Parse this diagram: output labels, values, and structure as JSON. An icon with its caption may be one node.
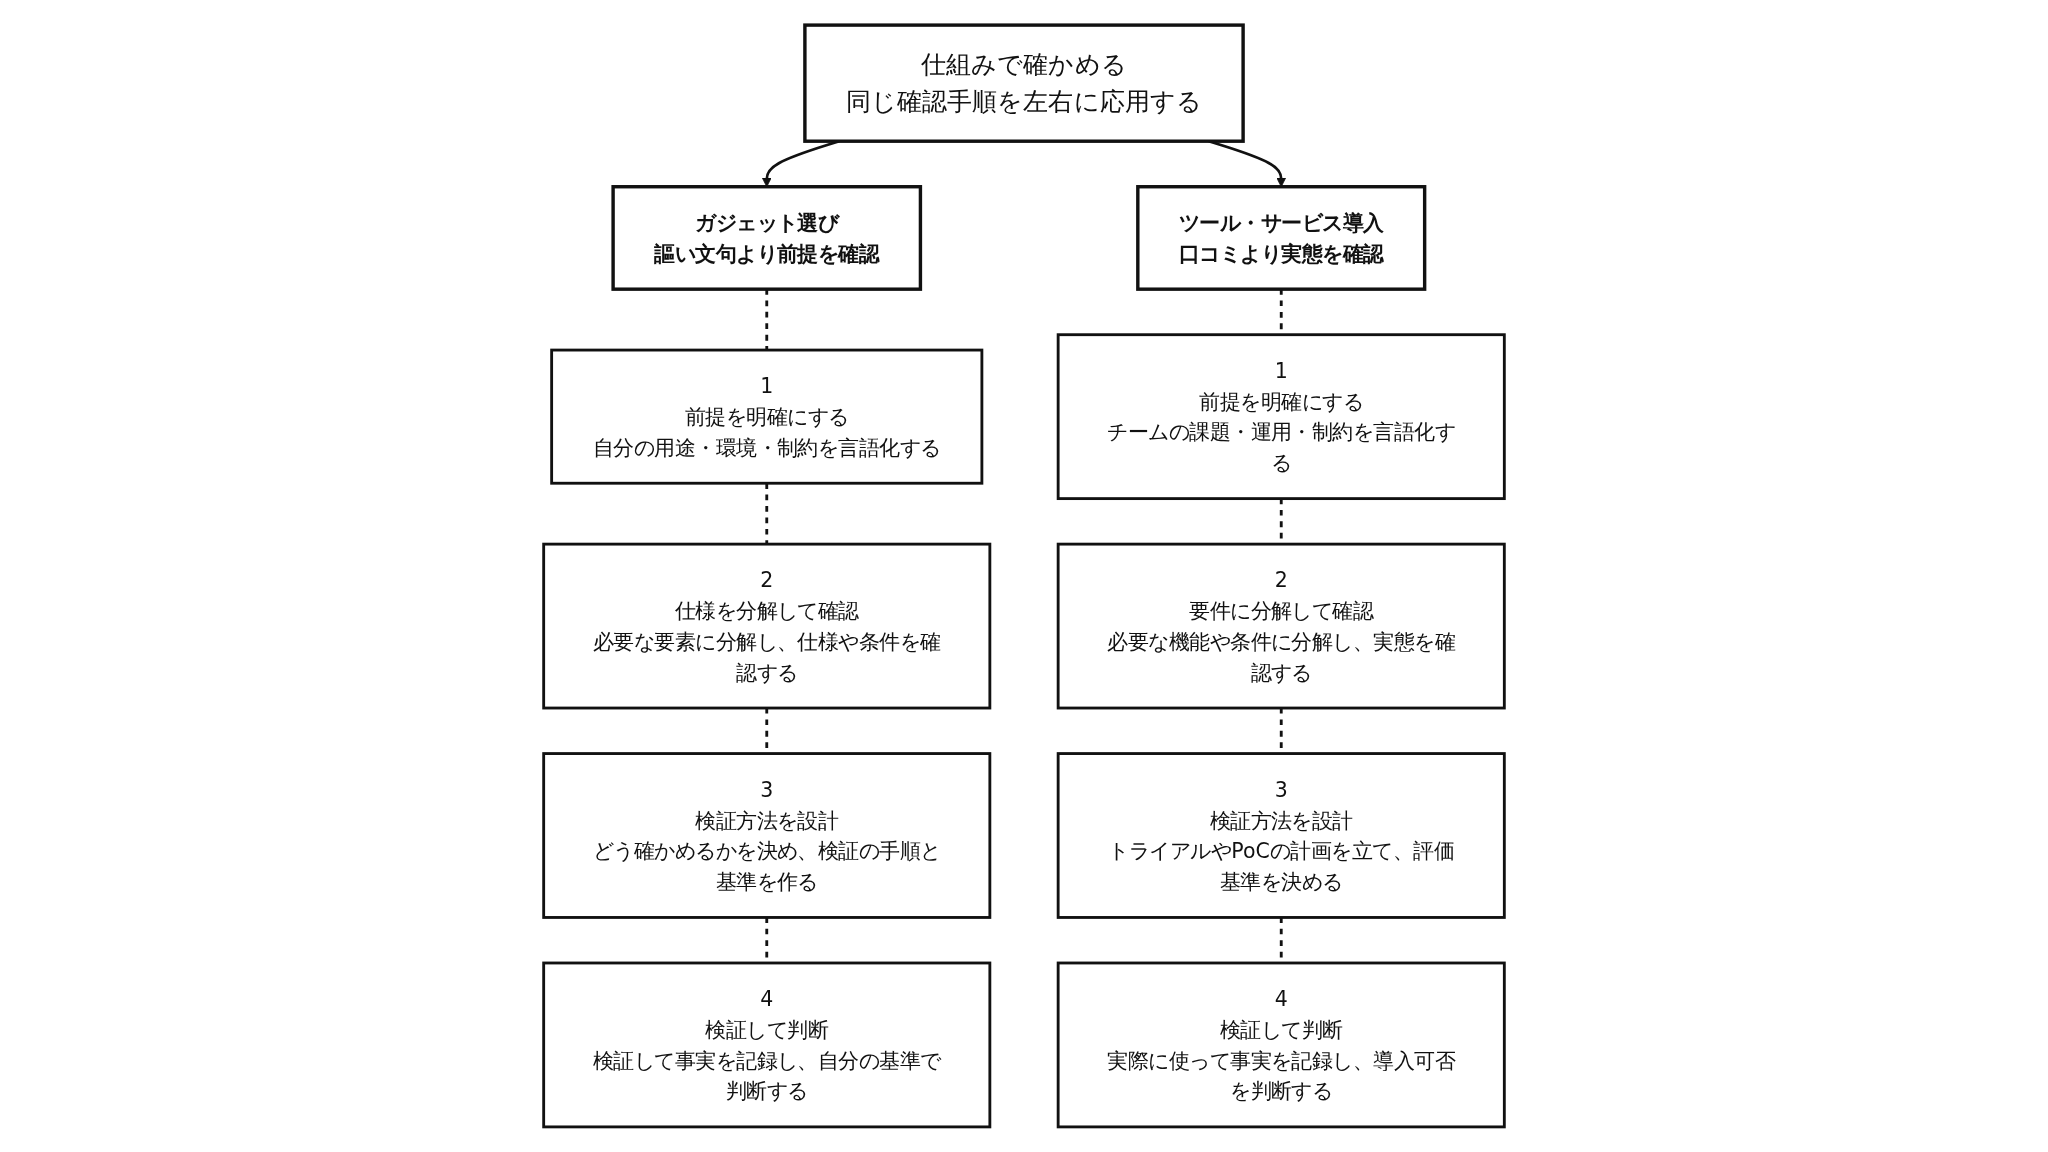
{
  "diagram": {
    "nodes": [
      {
        "text": [
          "ガジェット選び",
          "謳い文句より前提を確認"
        ]
      },
      {
        "text": [
          "1",
          "前提を明確にする",
          "自分の用途・環境・制約を言語化する"
        ]
      },
      {
        "text": [
          "2",
          "仕様を分解して確認",
          "必要な要素に分解し、仕様や条件を確認する"
        ]
      },
      {
        "text": [
          "3",
          "検証方法を設計",
          "どう確かめるかを決め、検証の手順と基準を作る"
        ]
      },
      {
        "text": [
          "4",
          "検証して判断",
          "検証して事実を記録し、自分の基準で判断する"
        ]
      },
      {
        "text": [
          "仕組みで確かめる",
          "同じ確認手順を左右に応用する"
        ]
      },
      {
        "text": [
          "ツール・サービス導入",
          "口コミより実態を確認"
        ]
      },
      {
        "text": [
          "1",
          "前提を明確にする",
          "チームの課題・運用・制約を言語化する"
        ]
      },
      {
        "text": [
          "2",
          "要件に分解して確認",
          "必要な機能や条件に分解し、実態を確認する"
        ]
      },
      {
        "text": [
          "3",
          "検証方法を設計",
          "トライアルやPoCの計画を立て、評価基準を決める"
        ]
      },
      {
        "text": [
          "4",
          "検証して判断",
          "実際に使って事実を記録し、導入可否を判断する"
        ]
      }
    ],
    "edges": [
      {
        "from": 5,
        "to": 0,
        "arrow": "to"
      },
      {
        "from": 5,
        "to": 6,
        "arrow": "to"
      },
      {
        "from": 0,
        "to": 1,
        "arrow": "none",
        "style": "dashed"
      },
      {
        "from": 1,
        "to": 2,
        "arrow": "none",
        "style": "dashed"
      },
      {
        "from": 2,
        "to": 3,
        "arrow": "none",
        "style": "dashed"
      },
      {
        "from": 3,
        "to": 4,
        "arrow": "none",
        "style": "dashed"
      },
      {
        "from": 6,
        "to": 7,
        "arrow": "none",
        "style": "dashed"
      },
      {
        "from": 7,
        "to": 8,
        "arrow": "none",
        "style": "dashed"
      },
      {
        "from": 8,
        "to": 9,
        "arrow": "none",
        "style": "dashed"
      },
      {
        "from": 9,
        "to": 10,
        "arrow": "none",
        "style": "dashed"
      }
    ]
  }
}
